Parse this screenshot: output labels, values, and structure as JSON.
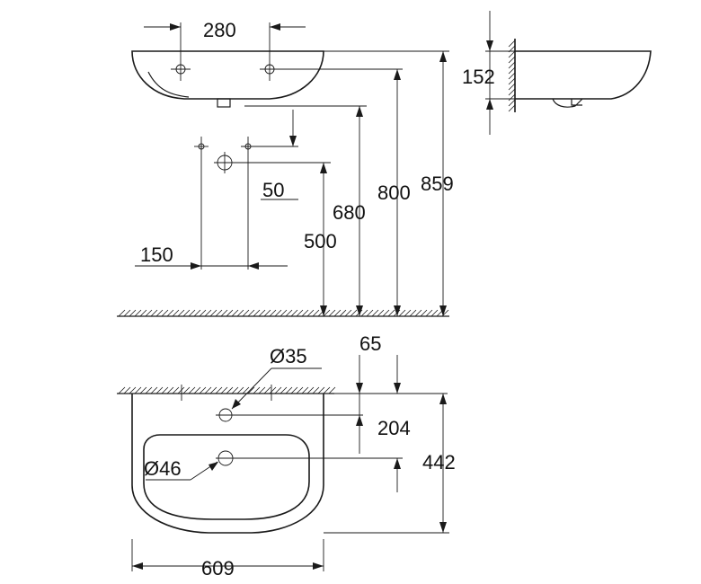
{
  "dimensions": {
    "tap_hole_spacing": "280",
    "wall_depth": "152",
    "fixing_offset": "50",
    "drain_height_680": "680",
    "height_800": "800",
    "height_859": "859",
    "trap_height": "500",
    "fixing_spacing": "150",
    "tap_hole_offset": "65",
    "tap_hole_diameter": "Ø35",
    "tap_hole_depth": "204",
    "overall_depth": "442",
    "waste_diameter": "Ø46",
    "overall_width": "609"
  },
  "colors": {
    "line": "#1a1a1a",
    "background": "#ffffff"
  }
}
